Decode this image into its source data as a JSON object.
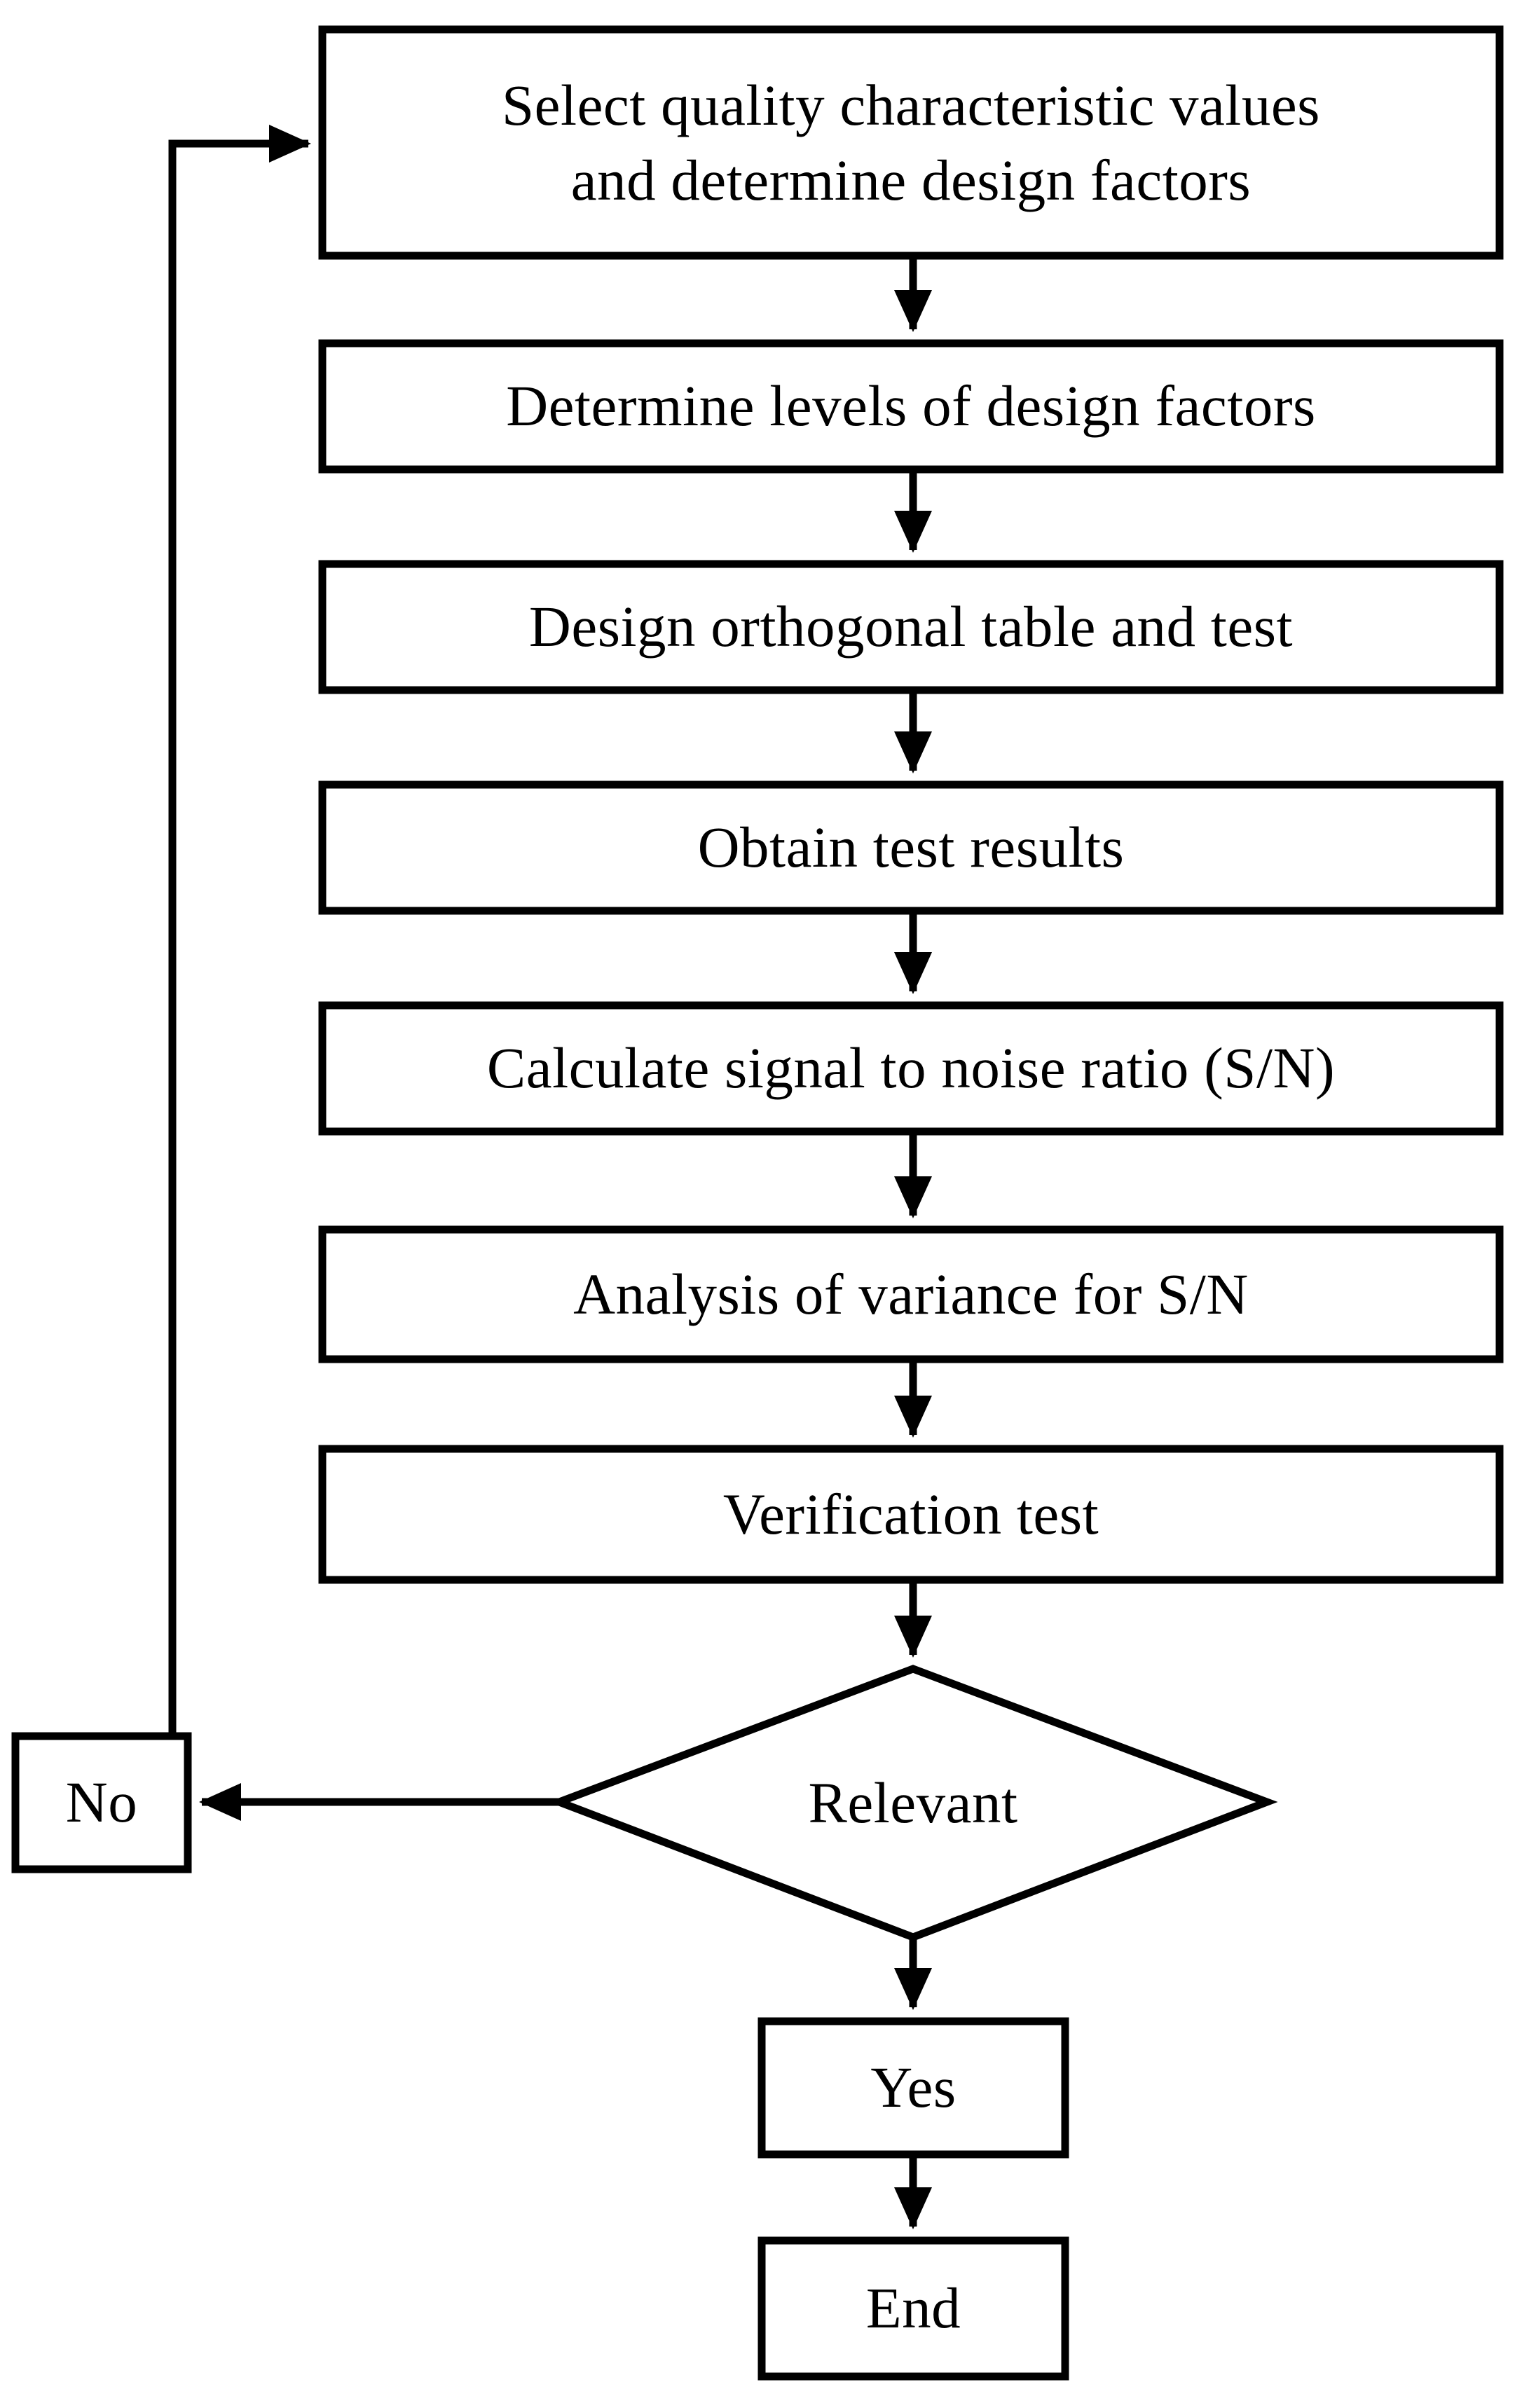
{
  "diagram": {
    "type": "flowchart",
    "title": "Taguchi robust design procedure flowchart",
    "orientation": "top-to-bottom",
    "colors": {
      "stroke": "#000000",
      "fill": "#ffffff",
      "text": "#000000"
    },
    "nodes": [
      {
        "id": "select-quality",
        "shape": "rectangle",
        "label": "Select quality characteristic values\nand determine design factors"
      },
      {
        "id": "determine-levels",
        "shape": "rectangle",
        "label": "Determine levels of design factors"
      },
      {
        "id": "design-orthogonal",
        "shape": "rectangle",
        "label": "Design orthogonal table and test"
      },
      {
        "id": "obtain-results",
        "shape": "rectangle",
        "label": "Obtain test results"
      },
      {
        "id": "calculate-sn",
        "shape": "rectangle",
        "label": "Calculate signal to noise ratio (S/N)"
      },
      {
        "id": "anova-sn",
        "shape": "rectangle",
        "label": "Analysis of variance for S/N"
      },
      {
        "id": "verification-test",
        "shape": "rectangle",
        "label": "Verification test"
      },
      {
        "id": "relevant-decision",
        "shape": "diamond",
        "label": "Relevant"
      },
      {
        "id": "no-branch",
        "shape": "rectangle",
        "label": "No"
      },
      {
        "id": "yes-branch",
        "shape": "rectangle",
        "label": "Yes"
      },
      {
        "id": "end-node",
        "shape": "rectangle",
        "label": "End"
      }
    ],
    "edges": [
      {
        "from": "select-quality",
        "to": "determine-levels",
        "style": "arrow-down"
      },
      {
        "from": "determine-levels",
        "to": "design-orthogonal",
        "style": "arrow-down"
      },
      {
        "from": "design-orthogonal",
        "to": "obtain-results",
        "style": "arrow-down"
      },
      {
        "from": "obtain-results",
        "to": "calculate-sn",
        "style": "arrow-down"
      },
      {
        "from": "calculate-sn",
        "to": "anova-sn",
        "style": "arrow-down"
      },
      {
        "from": "anova-sn",
        "to": "verification-test",
        "style": "arrow-down"
      },
      {
        "from": "verification-test",
        "to": "relevant-decision",
        "style": "arrow-down"
      },
      {
        "from": "relevant-decision",
        "to": "no-branch",
        "style": "arrow-left"
      },
      {
        "from": "no-branch",
        "to": "select-quality",
        "style": "feedback-loop-up-right"
      },
      {
        "from": "relevant-decision",
        "to": "yes-branch",
        "style": "arrow-down"
      },
      {
        "from": "yes-branch",
        "to": "end-node",
        "style": "arrow-down"
      }
    ]
  }
}
